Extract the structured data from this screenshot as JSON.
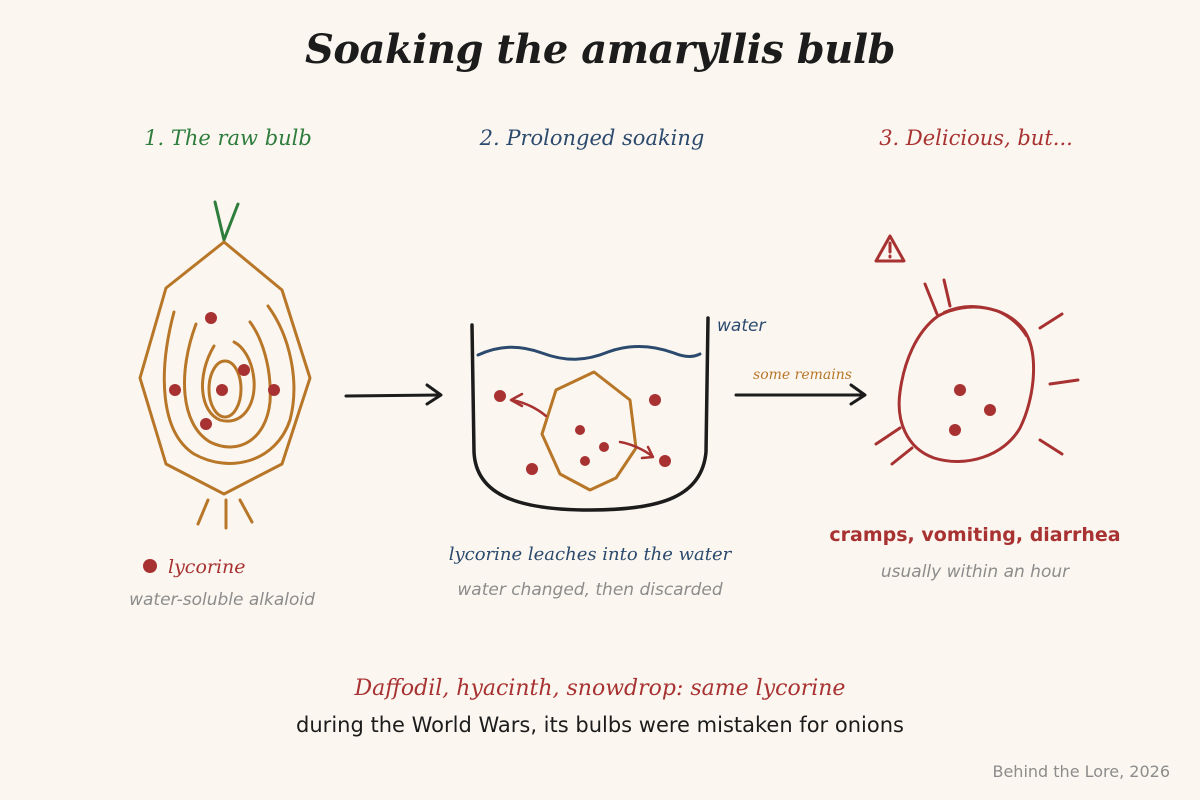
{
  "title": "Soaking the amaryllis bulb",
  "steps": [
    {
      "label": "1. The raw bulb"
    },
    {
      "label": "2. Prolonged soaking"
    },
    {
      "label": "3. Delicious, but..."
    }
  ],
  "legend": {
    "label": "lycorine",
    "description": "water-soluble alkaloid"
  },
  "soaking": {
    "water_label": "water",
    "leach_caption": "lycorine leaches into the water",
    "discard_caption": "water changed, then discarded"
  },
  "arrow_note": "some remains",
  "outcome": {
    "warning_icon": "warning-triangle-icon",
    "symptoms": "cramps, vomiting, diarrhea",
    "timing": "usually within an hour"
  },
  "footer": {
    "line1": "Daffodil, hyacinth, snowdrop: same lycorine",
    "line2": "during the World Wars, its bulbs were mistaken for onions",
    "credit": "Behind the Lore, 2026"
  },
  "colors": {
    "bulb": "#b87628",
    "sprout": "#2e7d3c",
    "lycorine": "#a83232",
    "water": "#2c4a6e",
    "ink": "#1c1c1c",
    "muted": "#8c8c8c",
    "background": "#fbf7f0"
  }
}
